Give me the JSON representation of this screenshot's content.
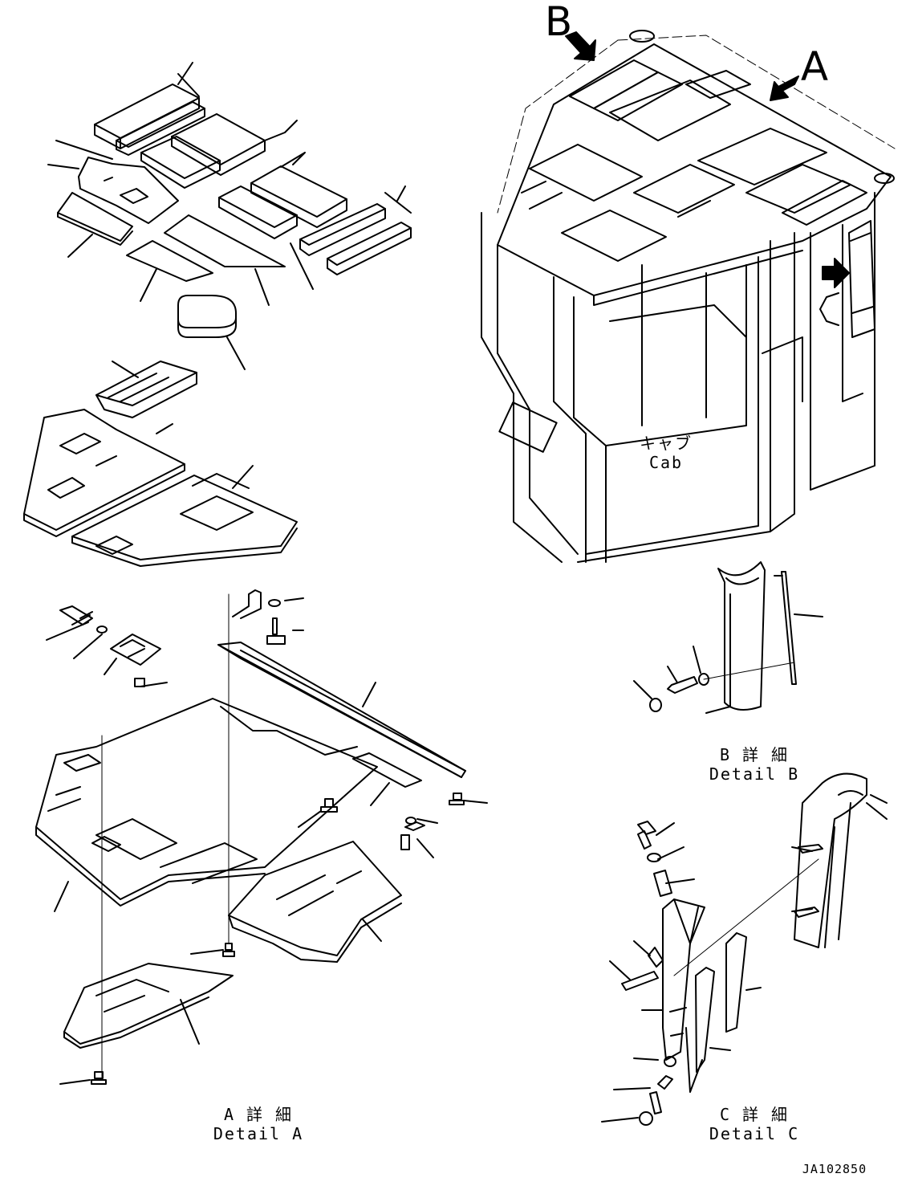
{
  "views": {
    "B": {
      "marker": "B"
    },
    "A": {
      "marker": "A"
    },
    "cab": {
      "jp": "キャブ",
      "en": "Cab"
    },
    "detail_a": {
      "jp": "A 詳 細",
      "en": "Detail A"
    },
    "detail_b": {
      "jp": "B 詳 細",
      "en": "Detail B"
    },
    "detail_c": {
      "jp": "C 詳 細",
      "en": "Detail C"
    }
  },
  "drawing_code": "JA102850"
}
